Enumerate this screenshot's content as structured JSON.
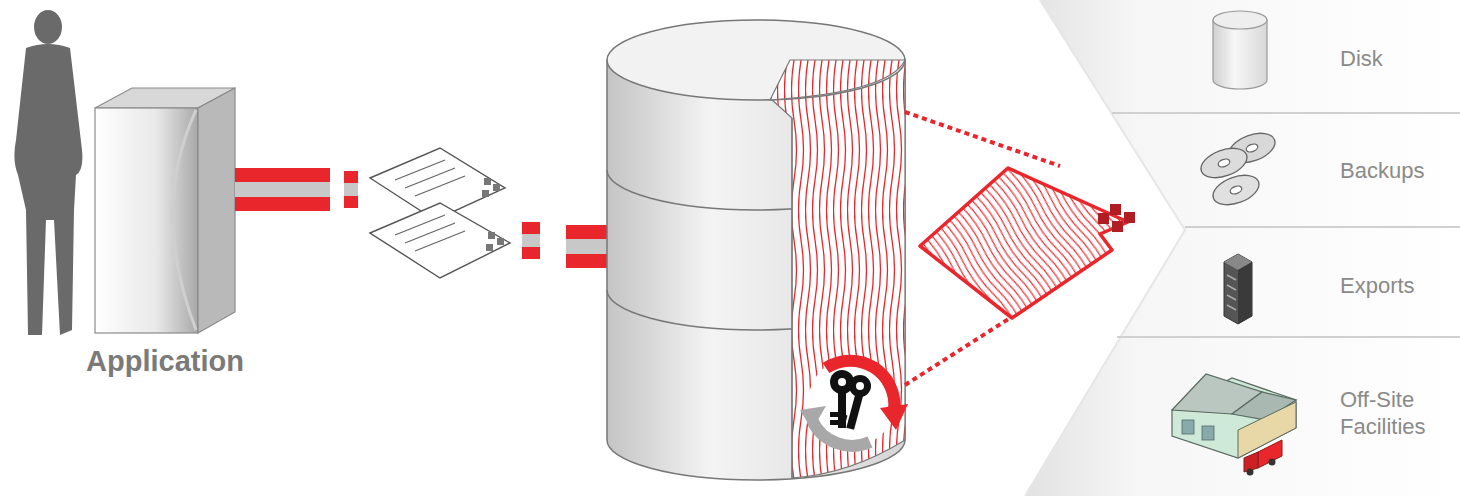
{
  "diagram": {
    "nodes": [
      {
        "text": [
          "Application"
        ]
      },
      {
        "text": [
          "Disk"
        ]
      },
      {
        "text": [
          "Backups"
        ]
      },
      {
        "text": [
          "Exports"
        ]
      },
      {
        "text": [
          "Off-Site Facilities"
        ]
      }
    ]
  }
}
